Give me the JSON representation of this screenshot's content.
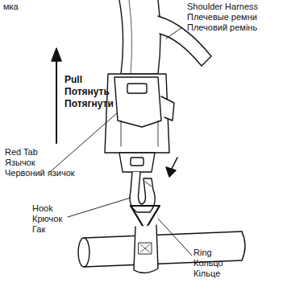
{
  "diagram": {
    "labels": [
      "мка",
      "Shoulder Harness",
      "Плечевые ремни",
      "Плечовий ремінь",
      "Pull",
      "Потянуть",
      "Потягнути",
      "Red Tab",
      "Язычок",
      "Червоний язичок",
      "Hook",
      "Крючок",
      "Гак",
      "Ring",
      "Кольцо",
      "Кільце"
    ]
  }
}
